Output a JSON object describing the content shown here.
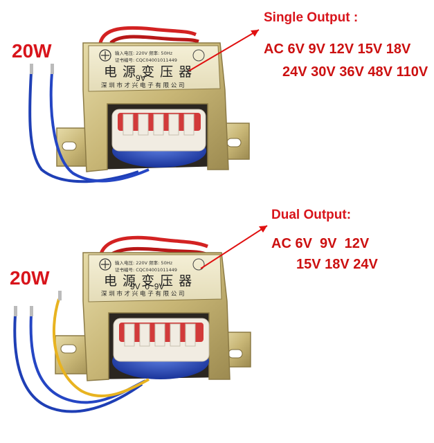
{
  "top": {
    "power_label": "20W",
    "heading": "Single Output :",
    "line1": "AC 6V 9V 12V 15V 18V",
    "line2": "24V 30V 36V 48V 110V",
    "plate": {
      "spec": "输入电压: 220V  频率: 50Hz",
      "cert": "证书编号: CQC04001011449",
      "title": "电 源 变 压 器",
      "voltage": "9V",
      "maker": "深 圳 市 才 兴 电 子 有 限 公 司"
    }
  },
  "bottom": {
    "power_label": "20W",
    "heading": "Dual Output:",
    "line1": "AC 6V  9V  12V",
    "line2": "15V 18V 24V",
    "plate": {
      "spec": "输入电压: 220V  频率: 50Hz",
      "cert": "证书编号: CQC04001011449",
      "title": "电 源 变 压 器",
      "voltage": "9V  0  9V",
      "maker": "深 圳 市 才 兴 电 子 有 限 公 司"
    }
  },
  "colors": {
    "text_red": "#d8141b",
    "arrow_red": "#e01010",
    "frame_gold": "#c9b87a",
    "wire_blue": "#1f3fb5",
    "wire_yellow": "#e8b320",
    "wire_red": "#d32222"
  }
}
